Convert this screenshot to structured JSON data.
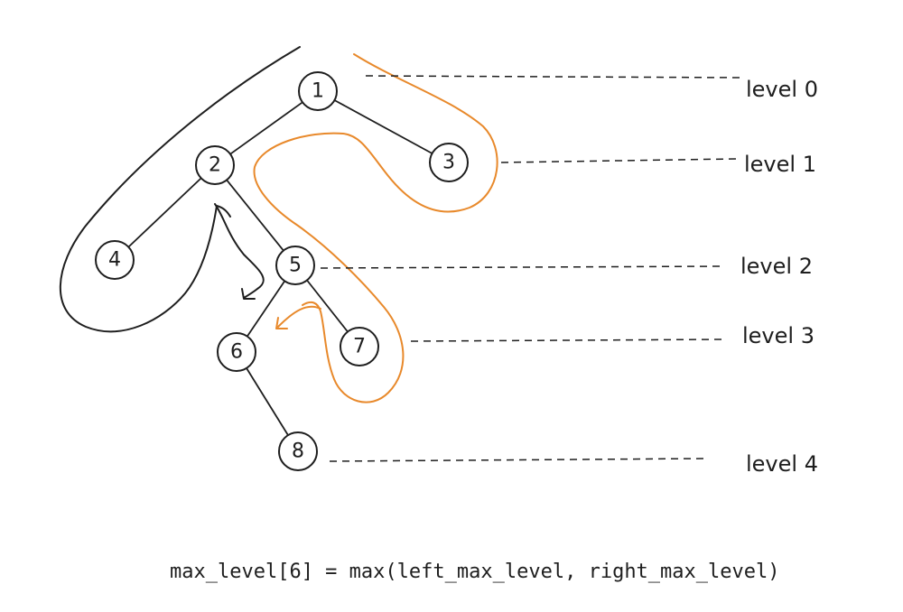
{
  "tree": {
    "nodes": [
      {
        "id": "1",
        "label": "1"
      },
      {
        "id": "2",
        "label": "2"
      },
      {
        "id": "3",
        "label": "3"
      },
      {
        "id": "4",
        "label": "4"
      },
      {
        "id": "5",
        "label": "5"
      },
      {
        "id": "6",
        "label": "6"
      },
      {
        "id": "7",
        "label": "7"
      },
      {
        "id": "8",
        "label": "8"
      }
    ],
    "edges": [
      [
        "1",
        "2"
      ],
      [
        "1",
        "3"
      ],
      [
        "2",
        "4"
      ],
      [
        "2",
        "5"
      ],
      [
        "5",
        "6"
      ],
      [
        "5",
        "7"
      ],
      [
        "6",
        "8"
      ]
    ]
  },
  "levels": [
    {
      "label": "level 0"
    },
    {
      "label": "level 1"
    },
    {
      "label": "level 2"
    },
    {
      "label": "level 3"
    },
    {
      "label": "level 4"
    }
  ],
  "formula": "max_level[6] = max(left_max_level, right_max_level)",
  "colors": {
    "ink": "#1e1e1e",
    "highlight": "#e8892b"
  }
}
